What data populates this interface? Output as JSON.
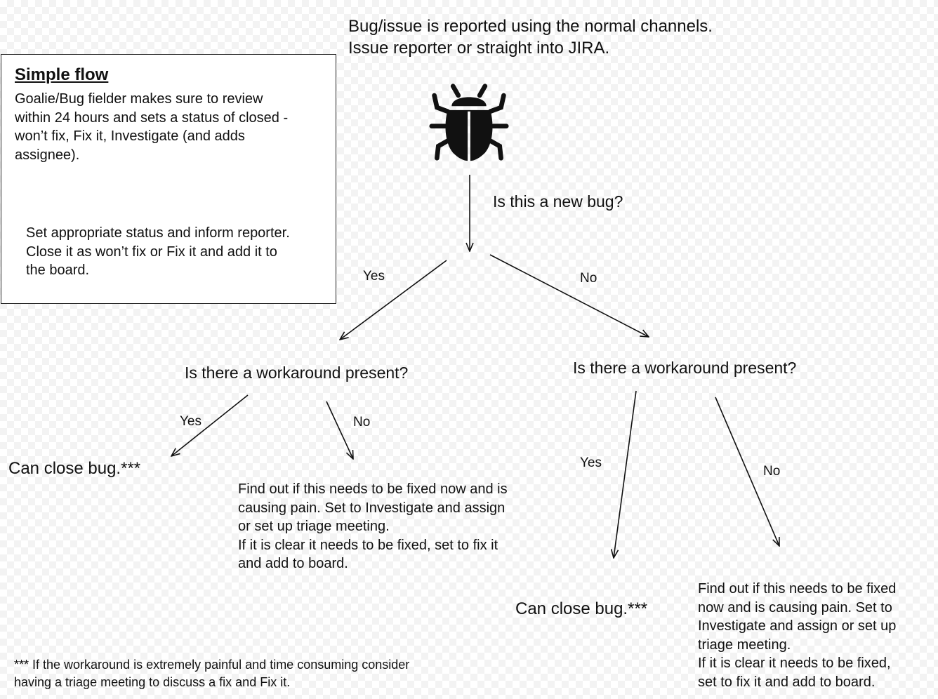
{
  "intro": {
    "text": "Bug/issue is reported using the normal channels.\nIssue reporter or straight into JIRA."
  },
  "simple_flow": {
    "title": "Simple flow",
    "text1": "Goalie/Bug fielder makes sure to review\nwithin 24 hours and sets a status of closed -\nwon’t fix, Fix it, Investigate (and adds\nassignee).",
    "text2": "Set appropriate status and inform reporter.\nClose it as won’t fix or Fix it and add it to\nthe board."
  },
  "bug_icon": {
    "name": "bug-icon",
    "color": "#111111"
  },
  "question_new_bug": "Is this a new bug?",
  "branch_new": {
    "yes_label": "Yes",
    "question": "Is there a workaround present?",
    "yes": {
      "label": "Yes",
      "result": "Can close bug.***"
    },
    "no": {
      "label": "No",
      "result": "Find out if this needs to be fixed now and is\ncausing pain. Set to Investigate and assign\nor set up triage meeting.\nIf it is clear it needs to be fixed, set to fix it\nand add to board."
    }
  },
  "branch_existing": {
    "no_label": "No",
    "question": "Is there a workaround present?",
    "yes": {
      "label": "Yes",
      "result": "Can close bug.***"
    },
    "no": {
      "label": "No",
      "result": "Find out if this needs to be fixed\nnow and is causing pain. Set to\nInvestigate and assign or set up\ntriage meeting.\nIf it is clear it needs to be fixed,\nset to fix it and add to board."
    }
  },
  "footnote": "*** If the workaround is extremely painful and time consuming consider\nhaving a triage meeting to discuss a fix and Fix it."
}
